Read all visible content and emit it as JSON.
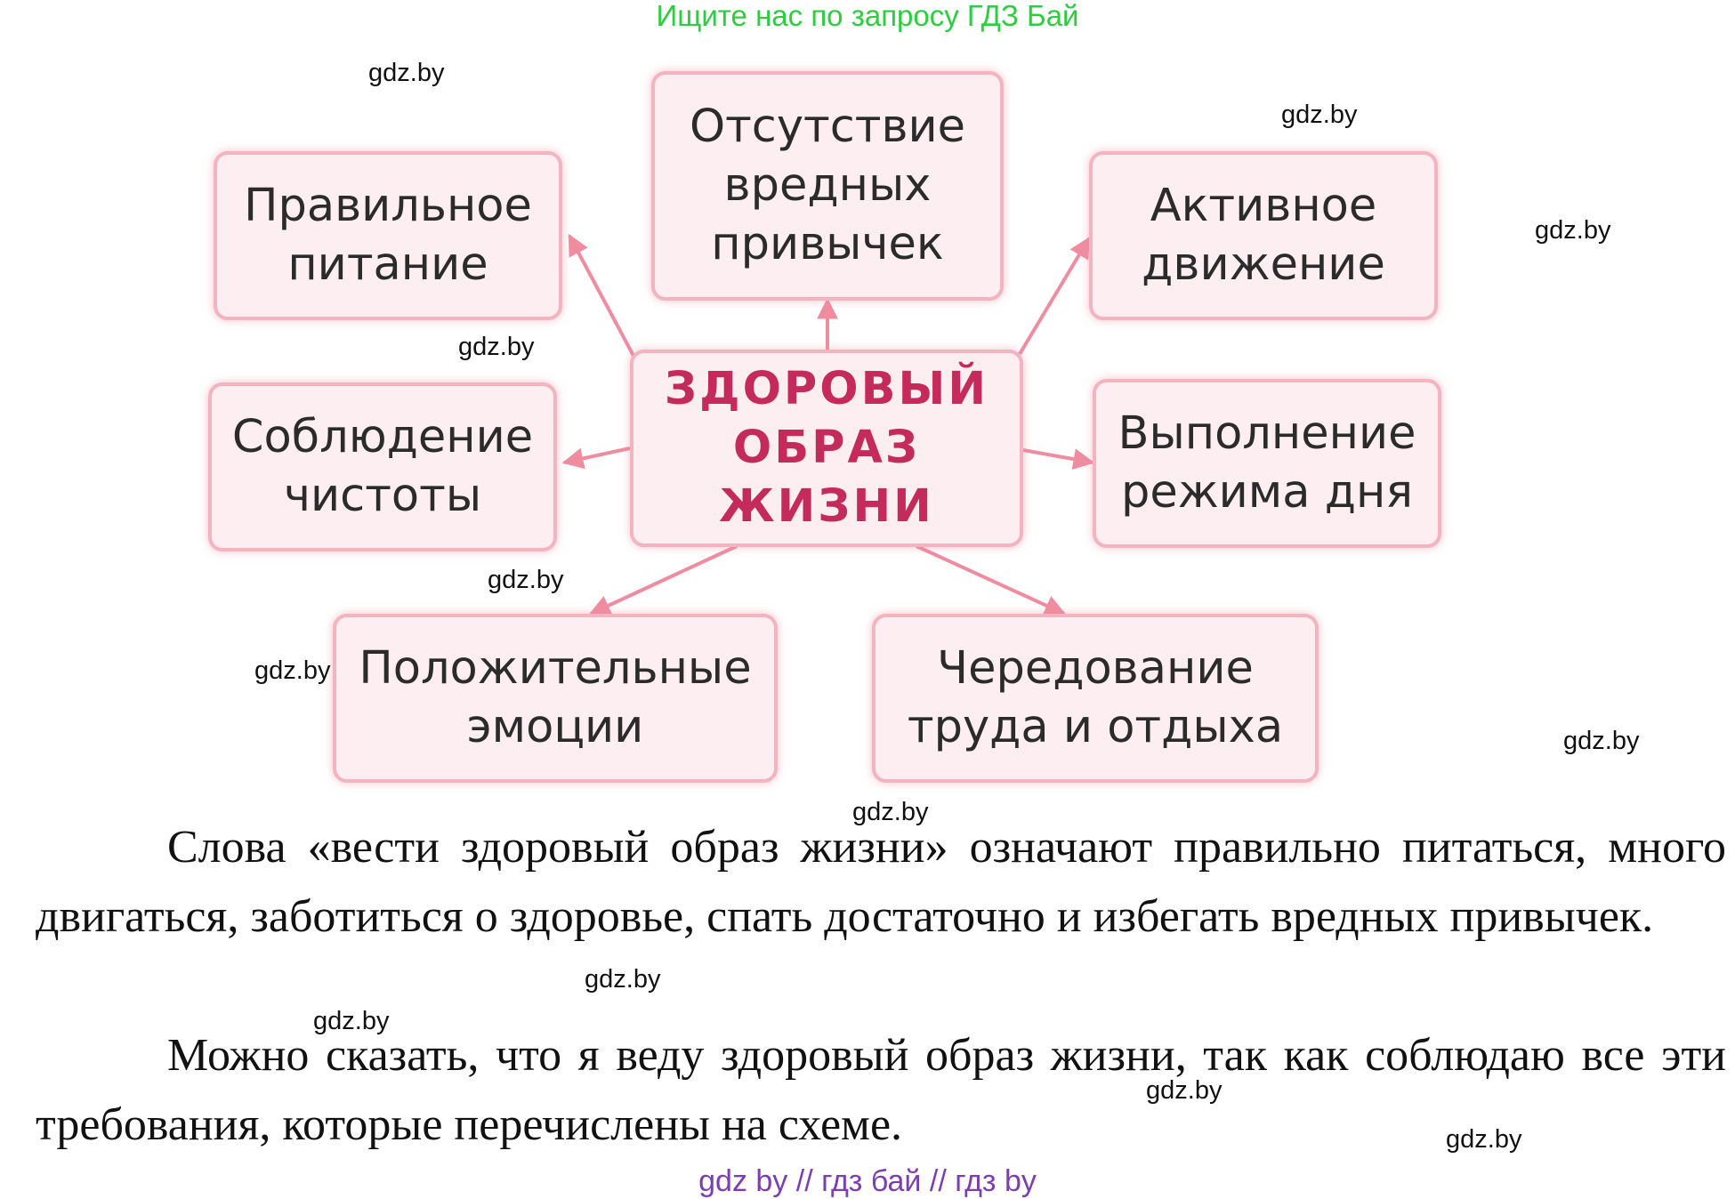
{
  "header": {
    "text": "Ищите нас по запросу ГДЗ Бай"
  },
  "watermark": "gdz.by",
  "diagram": {
    "center": {
      "lines": [
        "ЗДОРОВЫЙ",
        "ОБРАЗ",
        "ЖИЗНИ"
      ]
    },
    "nodes": [
      {
        "id": "nutrition",
        "lines": [
          "Правильное",
          "питание"
        ]
      },
      {
        "id": "no-habits",
        "lines": [
          "Отсутствие",
          "вредных",
          "привычек"
        ]
      },
      {
        "id": "movement",
        "lines": [
          "Активное",
          "движение"
        ]
      },
      {
        "id": "cleanliness",
        "lines": [
          "Соблюдение",
          "чистоты"
        ]
      },
      {
        "id": "routine",
        "lines": [
          "Выполнение",
          "режима дня"
        ]
      },
      {
        "id": "emotions",
        "lines": [
          "Положительные",
          "эмоции"
        ]
      },
      {
        "id": "work-rest",
        "lines": [
          "Чередование",
          "труда и отдыха"
        ]
      }
    ],
    "arrow_color": "#f08ca0"
  },
  "paragraphs": [
    "Слова «вести здоровый образ жизни» означают правильно питаться, много двигаться, заботиться о здоровье, спать достаточно и избегать вредных привычек.",
    "Можно сказать, что я веду здоровый образ жизни, так как соблюдаю все эти требования, которые перечислены на схеме."
  ],
  "footer": {
    "text": "gdz by  //  гдз бай  //  гдз by"
  }
}
